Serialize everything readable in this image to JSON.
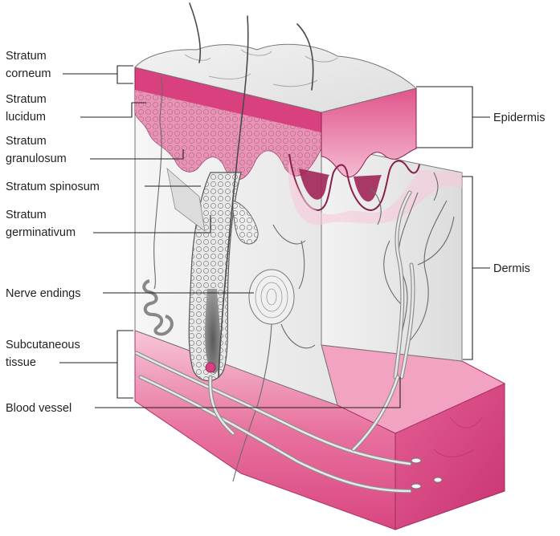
{
  "labels_left": {
    "stratum_corneum": [
      "Stratum",
      "corneum"
    ],
    "stratum_lucidum": [
      "Stratum",
      "lucidum"
    ],
    "stratum_granulosum": [
      "Stratum",
      "granulosum"
    ],
    "stratum_spinosum": "Stratum spinosum",
    "stratum_germinativum": [
      "Stratum",
      "germinativum"
    ],
    "nerve_endings": "Nerve endings",
    "subcutaneous_tissue": [
      "Subcutaneous",
      "tissue"
    ],
    "blood_vessel": "Blood vessel"
  },
  "labels_right": {
    "epidermis": "Epidermis",
    "dermis": "Dermis"
  },
  "colors": {
    "epidermis_pink": "#d9417e",
    "light_pink": "#f4b8cf",
    "subcutaneous_pink": "#e05a8c",
    "label_text": "#231f20",
    "dermis_white": "#f3f3f3"
  }
}
